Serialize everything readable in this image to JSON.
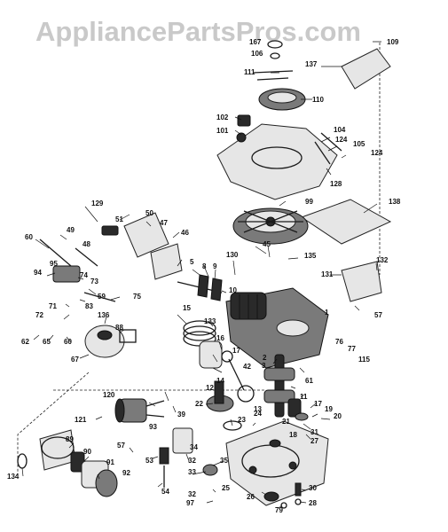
{
  "watermark": "AppliancePartsPros.com",
  "part_labels": [
    "167",
    "106",
    "111",
    "109",
    "137",
    "110",
    "102",
    "101",
    "104",
    "124",
    "105",
    "124",
    "128",
    "99",
    "138",
    "129",
    "50",
    "51",
    "47",
    "48",
    "49",
    "46",
    "60",
    "95",
    "94",
    "74",
    "73",
    "75",
    "59",
    "83",
    "72",
    "71",
    "136",
    "62",
    "65",
    "60",
    "67",
    "88",
    "45",
    "135",
    "130",
    "5",
    "8",
    "9",
    "10",
    "131",
    "132",
    "57",
    "15",
    "133",
    "16",
    "3",
    "76",
    "77",
    "115",
    "17",
    "42",
    "61",
    "14",
    "12",
    "120",
    "11",
    "39",
    "23",
    "13",
    "22",
    "25",
    "21",
    "17",
    "19",
    "20",
    "31",
    "27",
    "121",
    "89",
    "57",
    "93",
    "53",
    "54",
    "34",
    "32",
    "33",
    "35",
    "90",
    "91",
    "92",
    "134",
    "32",
    "97",
    "26",
    "79",
    "30",
    "28",
    "18",
    "2",
    "1",
    "24"
  ]
}
